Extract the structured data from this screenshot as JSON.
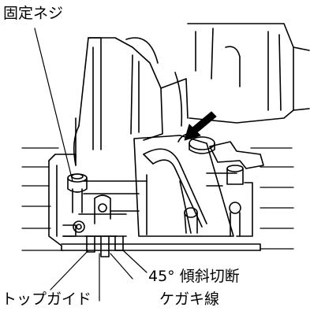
{
  "labels": {
    "fixing_screw": "固定ネジ",
    "bevel_cut": "45° 傾斜切断",
    "top_guide": "トップガイド",
    "scribe_line": "ケガキ線"
  },
  "colors": {
    "ink": "#000000",
    "paper": "#ffffff"
  },
  "icons": {
    "indicator_arrow": "arrow-down-left-icon"
  }
}
